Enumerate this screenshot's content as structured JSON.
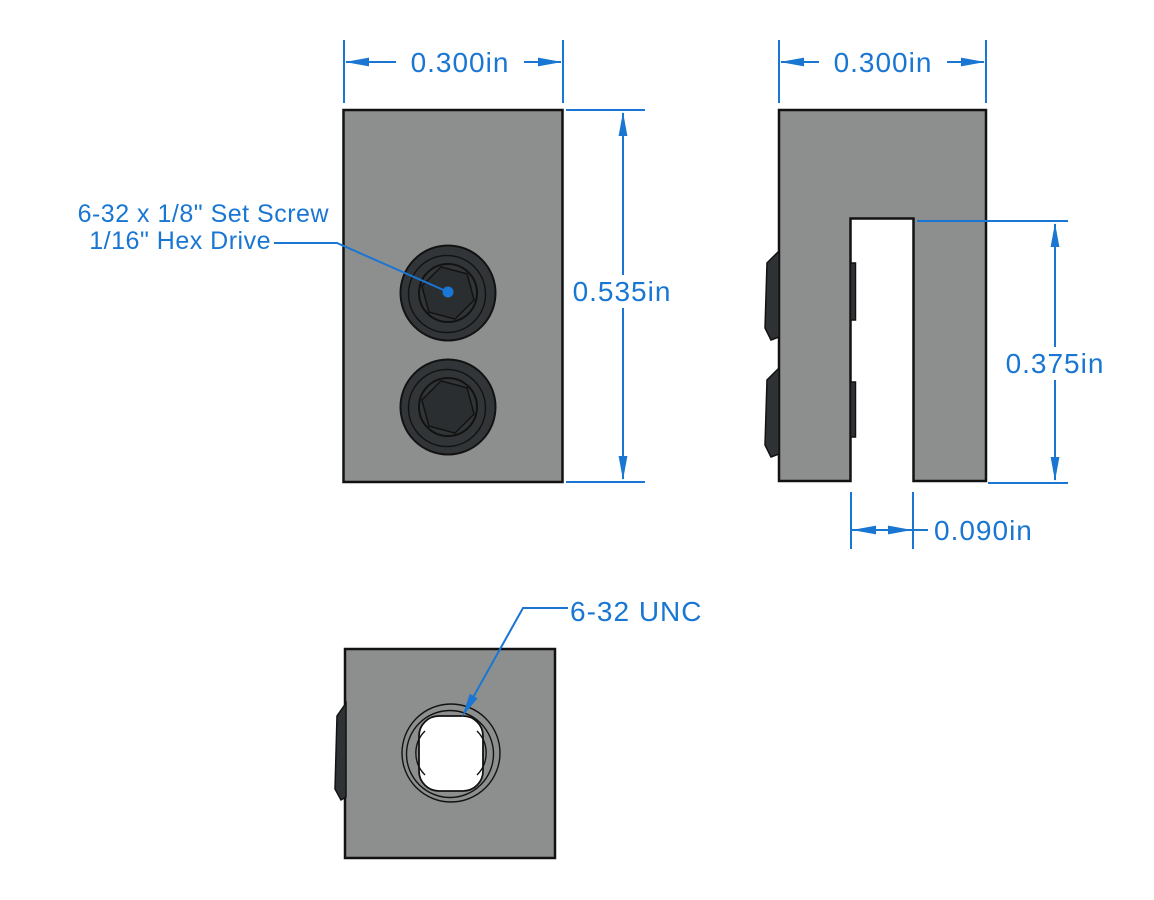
{
  "colors": {
    "dimension_blue": "#1976d2",
    "body_gray": "#8d8f8f",
    "screw_dark": "#323537",
    "edge_black": "#121212",
    "background": "#ffffff"
  },
  "views": {
    "front": {
      "width_dim": "0.300in",
      "height_dim": "0.535in",
      "set_screw_note_line1": "6-32 x 1/8\" Set Screw",
      "set_screw_note_line2": "1/16\" Hex Drive"
    },
    "side": {
      "width_dim": "0.300in",
      "slot_depth_dim": "0.375in",
      "slot_width_dim": "0.090in"
    },
    "bottom": {
      "thread_callout": "6-32  UNC"
    }
  }
}
